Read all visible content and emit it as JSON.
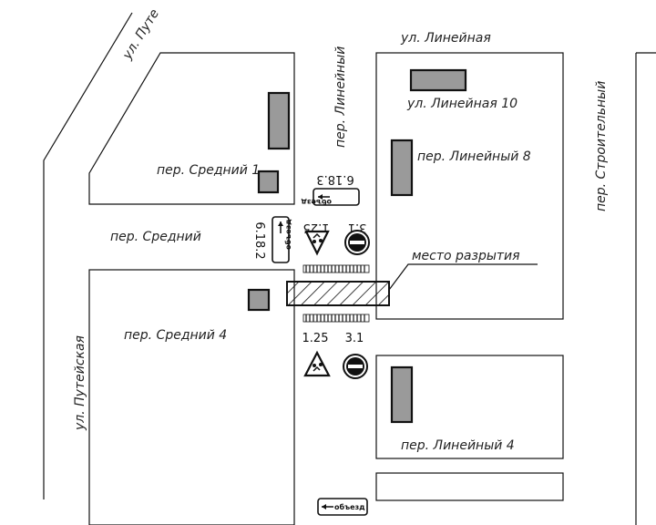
{
  "streets": {
    "linejnaya": "ул. Линейная",
    "linejnyj": "пер. Линейный",
    "putejskaya": "ул. Путейская",
    "putejskaya_top": "ул. Путе",
    "srednij": "пер. Средний",
    "stroitelnyj": "пер. Строительный"
  },
  "buildings": {
    "srednij1": "пер. Средний 1",
    "srednij4": "пер. Средний 4",
    "linejnaya10": "ул. Линейная 10",
    "linejnyj8": "пер. Линейный 8",
    "linejnyj4": "пер. Линейный 4"
  },
  "excavation_label": "место разрытия",
  "sign_codes": {
    "top_detour": "6.18.3",
    "side_detour": "6.18.2",
    "top_children": "1.25",
    "top_noentry": "3.1",
    "bottom_children": "1.25",
    "bottom_noentry": "3.1"
  },
  "detour_text": "объезд",
  "colors": {
    "ink": "#111111",
    "building_fill": "#9a9a9a"
  }
}
